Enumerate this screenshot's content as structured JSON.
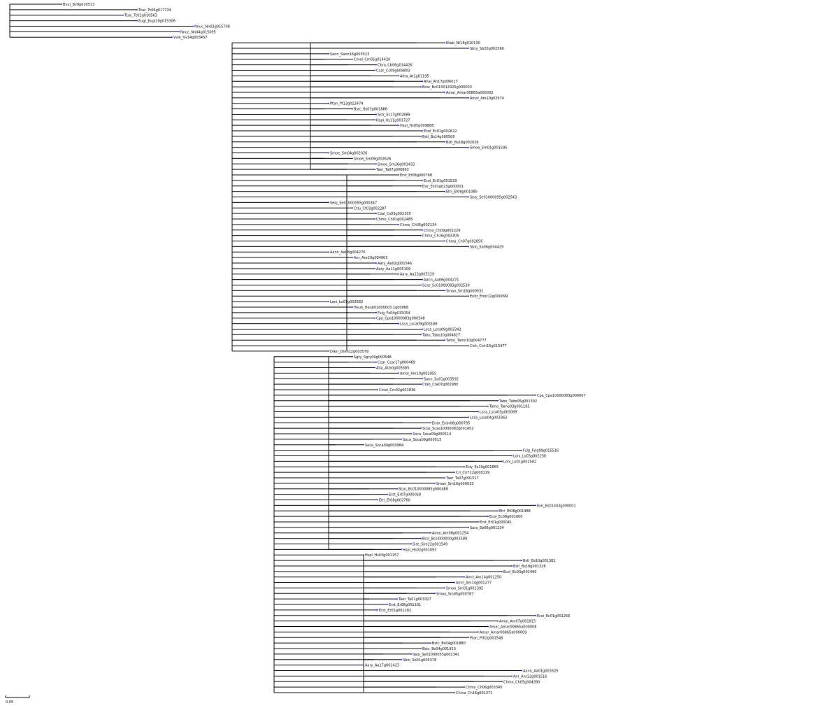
{
  "tree": {
    "leaves": [
      {
        "label": "Bvul_Bv9g010513"
      },
      {
        "label": "Tcac_Tc06g017724"
      },
      {
        "label": "Tcac_Tc02g010563"
      },
      {
        "label": "Eugl_Eugl19g015306"
      },
      {
        "label": "Nnuc_Nn03g015708"
      },
      {
        "label": "Nnuc_Nn04g015095"
      },
      {
        "label": "Vvin_Vv14g003457"
      },
      {
        "label": "Ntab_Nt18g010130"
      },
      {
        "label": "Sbry_Sb20g002566"
      },
      {
        "label": "Sann_Sann16g003523"
      },
      {
        "label": "Cmel_Cm05g014420"
      },
      {
        "label": "Cbra_Cb06g014426"
      },
      {
        "label": "Ccar_Cc09g009803"
      },
      {
        "label": "Atha_At1g61195"
      },
      {
        "label": "Ahal_Ah17g006017"
      },
      {
        "label": "Bcar_Bc010014325g000003"
      },
      {
        "label": "Amar_Amar00865a000002"
      },
      {
        "label": "Amol_Am10g02974"
      },
      {
        "label": "Ptan_Pt13g012474"
      },
      {
        "label": "Bstc_Bs03g001886"
      },
      {
        "label": "Sstr_Ss17g002889"
      },
      {
        "label": "Hspl_Hs11g001727"
      },
      {
        "label": "Hspl_Hs05g009888"
      },
      {
        "label": "Ecol_Ec01g002622"
      },
      {
        "label": "Bstl_Bs14g000500"
      },
      {
        "label": "Bstl_Bs18g002026"
      },
      {
        "label": "Smoe_Sm01g001595"
      },
      {
        "label": "Smoe_Sm04g002026"
      },
      {
        "label": "Smoe_Sm09g002626"
      },
      {
        "label": "Smoe_Sm16g001433"
      },
      {
        "label": "Taer_Ta07g000863"
      },
      {
        "label": "Erst_Er08g000768"
      },
      {
        "label": "Ecol_Ec01g001533"
      },
      {
        "label": "Esir_Es01g023g000001"
      },
      {
        "label": "Etri_Et08g001085"
      },
      {
        "label": "Seoj_Se01000095g002543"
      },
      {
        "label": "Seoj_Se01000055g000347"
      },
      {
        "label": "Ctlu_Ct03g002287"
      },
      {
        "label": "Csal_Cs03g002305"
      },
      {
        "label": "Chmo_Ch01g002485"
      },
      {
        "label": "Chmo_Ch05g002134"
      },
      {
        "label": "Chmo_Ch09g002229"
      },
      {
        "label": "Chma_Ch16g003305"
      },
      {
        "label": "Chma_Ch07g002856"
      },
      {
        "label": "Sbio_Sb06g004429"
      },
      {
        "label": "Aann_Aa06g004270"
      },
      {
        "label": "Anr_Anr20g004903"
      },
      {
        "label": "Aary_Aa02g001546"
      },
      {
        "label": "Aary_Aa11g005109"
      },
      {
        "label": "Aary_Aa13g005129"
      },
      {
        "label": "Aann_Aa06g004271"
      },
      {
        "label": "Scas_Sc01000083g002530"
      },
      {
        "label": "Sman_Sm16g000532"
      },
      {
        "label": "Enbr_Enbr12g000099"
      },
      {
        "label": "Loni_Lo01g002582"
      },
      {
        "label": "Heub_Heub01000003.1g00068"
      },
      {
        "label": "Fsig_Fs04g015054"
      },
      {
        "label": "Cpa_Cpa10000083g000348"
      },
      {
        "label": "Lsca_Lsca09g003188"
      },
      {
        "label": "Lsca_Lsca09g003342"
      },
      {
        "label": "Tabo_Tabo10g004827"
      },
      {
        "label": "Tamo_Tamo10g004777"
      },
      {
        "label": "Cich_Cich15g015477"
      },
      {
        "label": "Dten_Dten12g003579"
      },
      {
        "label": "Sgry_Sgry09g000548"
      },
      {
        "label": "Ccar_Ccar17g000469"
      },
      {
        "label": "Atla_Atla0g005565"
      },
      {
        "label": "Amol_Am10g002955"
      },
      {
        "label": "Sann_Sa01g003592"
      },
      {
        "label": "Ctab_Cta07g002980"
      },
      {
        "label": "Cmel_Cm02g001836"
      },
      {
        "label": "Cpa_Cpa10000083g000007"
      },
      {
        "label": "Tabo_Tabo05g001302"
      },
      {
        "label": "Tamo_Tamo03g001195"
      },
      {
        "label": "Lsca_Lsca03g003089"
      },
      {
        "label": "Lssa_Lssa04g003363"
      },
      {
        "label": "Enbr_Enbr08g000795"
      },
      {
        "label": "Scas_Scas10000082g001452"
      },
      {
        "label": "Soca_Soca09g000514"
      },
      {
        "label": "Soca_Soca09g000513"
      },
      {
        "label": "Soca_Soca09g000984"
      },
      {
        "label": "Fsig_Fsig09g015516"
      },
      {
        "label": "Loni_Lo03g002256"
      },
      {
        "label": "Loni_Lo01g002582"
      },
      {
        "label": "Esly_Es19g001855"
      },
      {
        "label": "Cri_Cri712g000119"
      },
      {
        "label": "Taer_Ta07g001517"
      },
      {
        "label": "Sman_Sm16g000033"
      },
      {
        "label": "Bcar_Bc010000085g000488"
      },
      {
        "label": "Erst_Er07g000058"
      },
      {
        "label": "Etri_Et08g002760"
      },
      {
        "label": "Esir_Es01443g000001"
      },
      {
        "label": "Etri_Et08g001488"
      },
      {
        "label": "Ecol_Ec08g001600"
      },
      {
        "label": "Erst_Er01g000041"
      },
      {
        "label": "Sara_Sb06g001234"
      },
      {
        "label": "Amol_Am08g001254"
      },
      {
        "label": "Bcsi_Bcsi000000g002589"
      },
      {
        "label": "Sire_Sire22g001549"
      },
      {
        "label": "Hspl_Hs02g001093"
      },
      {
        "label": "Hspl_Hs03g001157"
      },
      {
        "label": "Bstl_Bs10g001382"
      },
      {
        "label": "Bstl_Bs18g001328"
      },
      {
        "label": "Ecol_Ec03g001490"
      },
      {
        "label": "Amrl_Am14g001250"
      },
      {
        "label": "Amrl_Am14g001277"
      },
      {
        "label": "Smoo_Sm01g001395"
      },
      {
        "label": "Smoo_Sm05g000787"
      },
      {
        "label": "Taer_Ta01g003327"
      },
      {
        "label": "Erst_Er08g001101"
      },
      {
        "label": "Erst_Er01g001182"
      },
      {
        "label": "Ecol_Ec01g001256"
      },
      {
        "label": "Amol_Am07g001815"
      },
      {
        "label": "Amar_Amar00865a000008"
      },
      {
        "label": "Amar_Amar00865a000009"
      },
      {
        "label": "Ptan_Pt02g001548"
      },
      {
        "label": "Bstc_Bs04g001880"
      },
      {
        "label": "Bstc_Bs04g001913"
      },
      {
        "label": "Seoj_Se01000055g002341"
      },
      {
        "label": "Sbio_Sb01g005378"
      },
      {
        "label": "Aary_Aa17g002423"
      },
      {
        "label": "Aann_Aa01g003325"
      },
      {
        "label": "Anr_Anr12g001516"
      },
      {
        "label": "Chmo_Ch05g004390"
      },
      {
        "label": "Chmo_Ch06g003345"
      },
      {
        "label": "Chma_Ch16g001271"
      }
    ]
  },
  "scale_bar": {
    "label": "0.05"
  },
  "colors": {
    "branch": "#000000",
    "label": "#000000",
    "support": "#ff0000",
    "node_dot": "#0000ff"
  }
}
